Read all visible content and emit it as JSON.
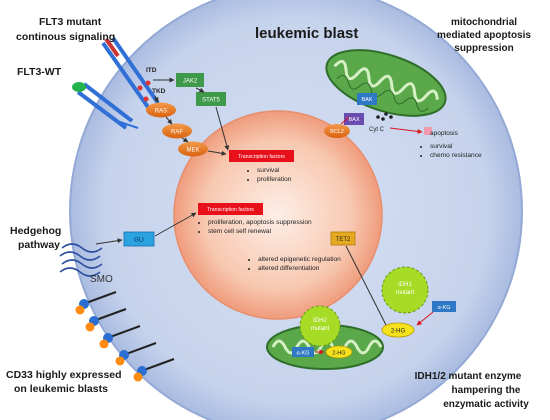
{
  "labels": {
    "cell_title": "leukemic blast",
    "flt3_mutant": [
      "FLT3 mutant",
      "continous signaling"
    ],
    "flt3_wt": "FLT3-WT",
    "mito_title": [
      "mitochondrial",
      "mediated apoptosis",
      "suppression"
    ],
    "hedgehog": [
      "Hedgehog",
      "pathway"
    ],
    "smo": "SMO",
    "cd33": [
      "CD33 highly expressed",
      "on leukemic blasts"
    ],
    "idh_caption": [
      "IDH1/2 mutant enzyme",
      "hampering the",
      "enzymatic activity"
    ],
    "itd": "ITD",
    "tkd": "TKD"
  },
  "nodes": {
    "jak2": "JAK2",
    "stat5": "STAT5",
    "ras": "RAS",
    "raf": "RAF",
    "mek": "MEK",
    "bax": "BAX",
    "bak": "BAK",
    "bcl2": "BCL2",
    "cytc": "Cyt C",
    "apoptosis": "apoptosis",
    "tf1": "Transcription factors",
    "tf2": "Transcription factors",
    "gli": "GLI",
    "tet2": "TET2",
    "idh1": [
      "IDH1",
      "mutant"
    ],
    "idh2": [
      "IDH2",
      "mutant"
    ],
    "hg2_cyt": "2-HG",
    "hg2_mito": "2-HG",
    "acid_cyt": "α-KG",
    "acid_mito": "α-KG"
  },
  "lists": {
    "tf1_effects": [
      "survival",
      "proliferation"
    ],
    "tf2_effects": [
      "proliferation, apoptosis suppression",
      "stem cell self renewal"
    ],
    "epigenetic": [
      "altered epigenetic regulation",
      "altered differentiation"
    ],
    "mito_effects": [
      "survival",
      "chemo resistance"
    ]
  },
  "colors": {
    "cell_fill": "#c9d6ee",
    "cell_edge": "#98acd6",
    "nucleus_core": "#fbe2d6",
    "nucleus_edge": "#ee9a7b",
    "ras_orange": "#e4711e",
    "jak_green": "#3e9a4a",
    "red_box": "#e8101a",
    "blue_box": "#2f78c5",
    "mito_green": "#58a74a",
    "idh_green": "#a6dc26",
    "yellow": "#f6e21c",
    "purple": "#6a4cb0"
  }
}
